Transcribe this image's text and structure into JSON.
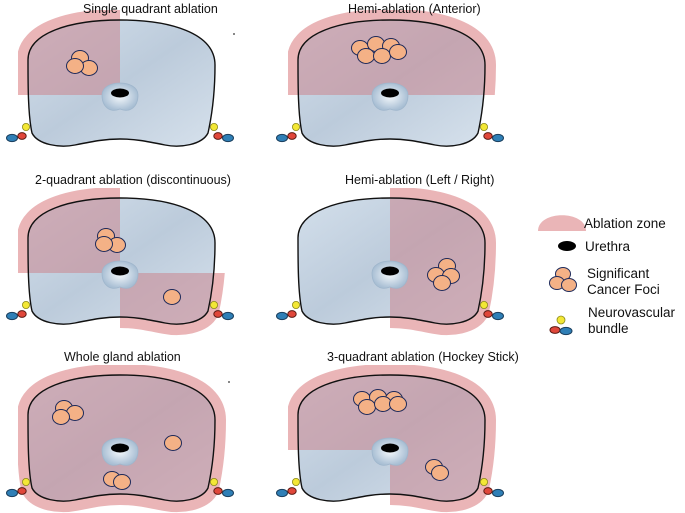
{
  "panels": [
    {
      "id": "single-quadrant",
      "title": "Single quadrant ablation",
      "zones": [
        "ul"
      ],
      "foci": [
        [
          [
            80,
            58
          ],
          [
            89,
            68
          ],
          [
            75,
            66
          ]
        ]
      ]
    },
    {
      "id": "hemi-anterior",
      "title": "Hemi-ablation (Anterior)",
      "zones": [
        "ul",
        "ur"
      ],
      "foci": [
        [
          [
            360,
            48
          ],
          [
            376,
            44
          ],
          [
            391,
            46
          ],
          [
            366,
            56
          ],
          [
            382,
            56
          ],
          [
            398,
            52
          ]
        ]
      ]
    },
    {
      "id": "two-quadrant",
      "title": "2-quadrant ablation (discontinuous)",
      "zones": [
        "ul",
        "lr"
      ],
      "foci": [
        [
          [
            106,
            236
          ],
          [
            117,
            245
          ],
          [
            104,
            244
          ]
        ],
        [
          [
            172,
            297
          ]
        ]
      ]
    },
    {
      "id": "hemi-left-right",
      "title": "Hemi-ablation (Left / Right)",
      "zones": [
        "ur",
        "lr"
      ],
      "foci": [
        [
          [
            447,
            266
          ],
          [
            436,
            275
          ],
          [
            451,
            276
          ],
          [
            442,
            283
          ]
        ]
      ]
    },
    {
      "id": "whole-gland",
      "title": "Whole gland ablation",
      "zones": [
        "ul",
        "ur",
        "ll",
        "lr"
      ],
      "foci": [
        [
          [
            64,
            408
          ],
          [
            75,
            413
          ],
          [
            61,
            417
          ]
        ],
        [
          [
            173,
            443
          ]
        ],
        [
          [
            112,
            479
          ],
          [
            122,
            482
          ]
        ]
      ]
    },
    {
      "id": "three-quadrant",
      "title": "3-quadrant ablation (Hockey Stick)",
      "zones": [
        "ul",
        "ur",
        "lr"
      ],
      "foci": [
        [
          [
            362,
            399
          ],
          [
            378,
            397
          ],
          [
            394,
            399
          ],
          [
            367,
            407
          ],
          [
            383,
            404
          ],
          [
            398,
            404
          ]
        ],
        [
          [
            434,
            467
          ],
          [
            440,
            473
          ]
        ]
      ]
    }
  ],
  "legend": [
    {
      "id": "ablation-zone",
      "label": "Ablation zone"
    },
    {
      "id": "urethra",
      "label": "Urethra"
    },
    {
      "id": "cancer-foci",
      "label": "Significant Cancer Foci"
    },
    {
      "id": "neurovascular",
      "label": "Neurovascular bundle"
    }
  ],
  "colors": {
    "ablation": "#eab5b7",
    "gland_light": "#d8e3ee",
    "gland_mid": "#bfcfdf",
    "focus": "#f4b186",
    "urethra": "#000000",
    "bundle_red": "#e0473a",
    "bundle_blue": "#2f7fb6",
    "bundle_yellow": "#f3e735"
  }
}
